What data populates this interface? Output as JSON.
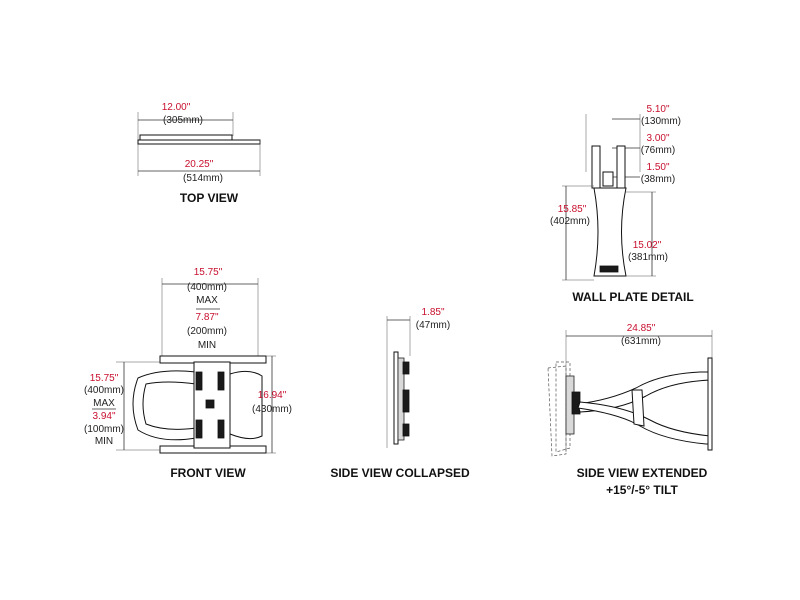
{
  "top_view": {
    "title": "TOP VIEW",
    "dim1_in": "12.00\"",
    "dim1_mm": "(305mm)",
    "dim2_in": "20.25\"",
    "dim2_mm": "(514mm)"
  },
  "wall_plate": {
    "title": "WALL PLATE DETAIL",
    "d1_in": "5.10\"",
    "d1_mm": "(130mm)",
    "d2_in": "3.00\"",
    "d2_mm": "(76mm)",
    "d3_in": "1.50\"",
    "d3_mm": "(38mm)",
    "h1_in": "15.85\"",
    "h1_mm": "(402mm)",
    "h2_in": "15.02\"",
    "h2_mm": "(381mm)"
  },
  "front_view": {
    "title": "FRONT VIEW",
    "w_max_in": "15.75\"",
    "w_max_mm": "(400mm)",
    "w_max_label": "MAX",
    "w_min_in": "7.87\"",
    "w_min_mm": "(200mm)",
    "w_min_label": "MIN",
    "h_max_in": "15.75\"",
    "h_max_mm": "(400mm)",
    "h_max_label": "MAX",
    "h_min_in": "3.94\"",
    "h_min_mm": "(100mm)",
    "h_min_label": "MIN",
    "height_in": "16.94\"",
    "height_mm": "(430mm)"
  },
  "side_collapsed": {
    "title": "SIDE VIEW COLLAPSED",
    "dim_in": "1.85\"",
    "dim_mm": "(47mm)"
  },
  "side_extended": {
    "title_line1": "SIDE VIEW EXTENDED",
    "title_line2": "+15°/-5° TILT",
    "dim_in": "24.85\"",
    "dim_mm": "(631mm)"
  }
}
